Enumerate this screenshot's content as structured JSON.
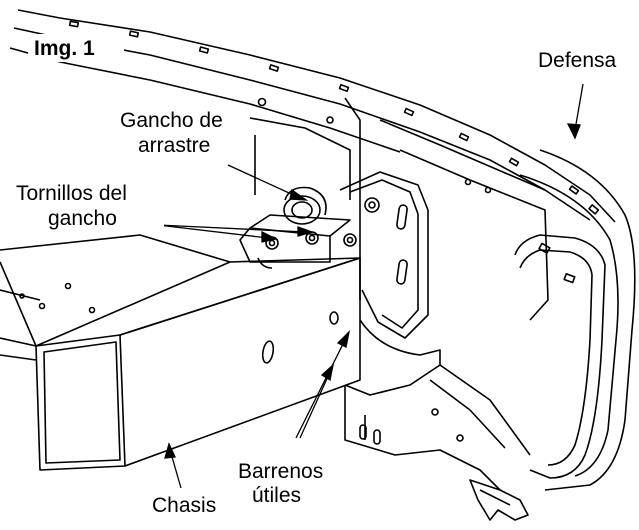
{
  "figure": {
    "title": "Img. 1",
    "labels": {
      "defensa": "Defensa",
      "gancho_line1": "Gancho de",
      "gancho_line2": "arrastre",
      "tornillos_line1": "Tornillos del",
      "tornillos_line2": "gancho",
      "barrenos_line1": "Barrenos",
      "barrenos_line2": "útiles",
      "chasis": "Chasis"
    }
  }
}
